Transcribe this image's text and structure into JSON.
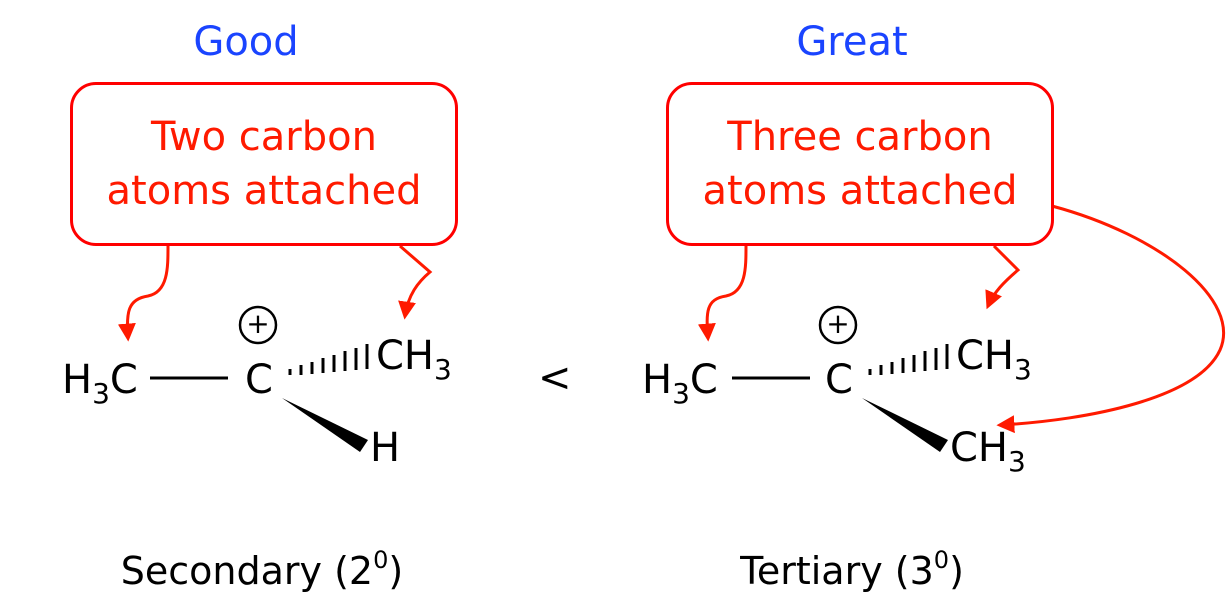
{
  "colors": {
    "rating": "#1a44ff",
    "annotation": "#ff1a00",
    "structure": "#000000"
  },
  "comparison": "<",
  "panels": [
    {
      "rating": "Good",
      "box_line1": "Two carbon",
      "box_line2": "atoms attached",
      "left_group": {
        "main": "H",
        "sub": "3",
        "tail": "C"
      },
      "center_atom": "C",
      "charge": "+",
      "hashed_group": {
        "main": "CH",
        "sub": "3"
      },
      "wedge_group": {
        "main": "H",
        "sub": ""
      },
      "caption_main": "Secondary (2",
      "caption_sup": "0",
      "caption_end": ")"
    },
    {
      "rating": "Great",
      "box_line1": "Three carbon",
      "box_line2": "atoms attached",
      "left_group": {
        "main": "H",
        "sub": "3",
        "tail": "C"
      },
      "center_atom": "C",
      "charge": "+",
      "hashed_group": {
        "main": "CH",
        "sub": "3"
      },
      "wedge_group": {
        "main": "CH",
        "sub": "3"
      },
      "caption_main": "Tertiary (3",
      "caption_sup": "0",
      "caption_end": ")"
    }
  ]
}
